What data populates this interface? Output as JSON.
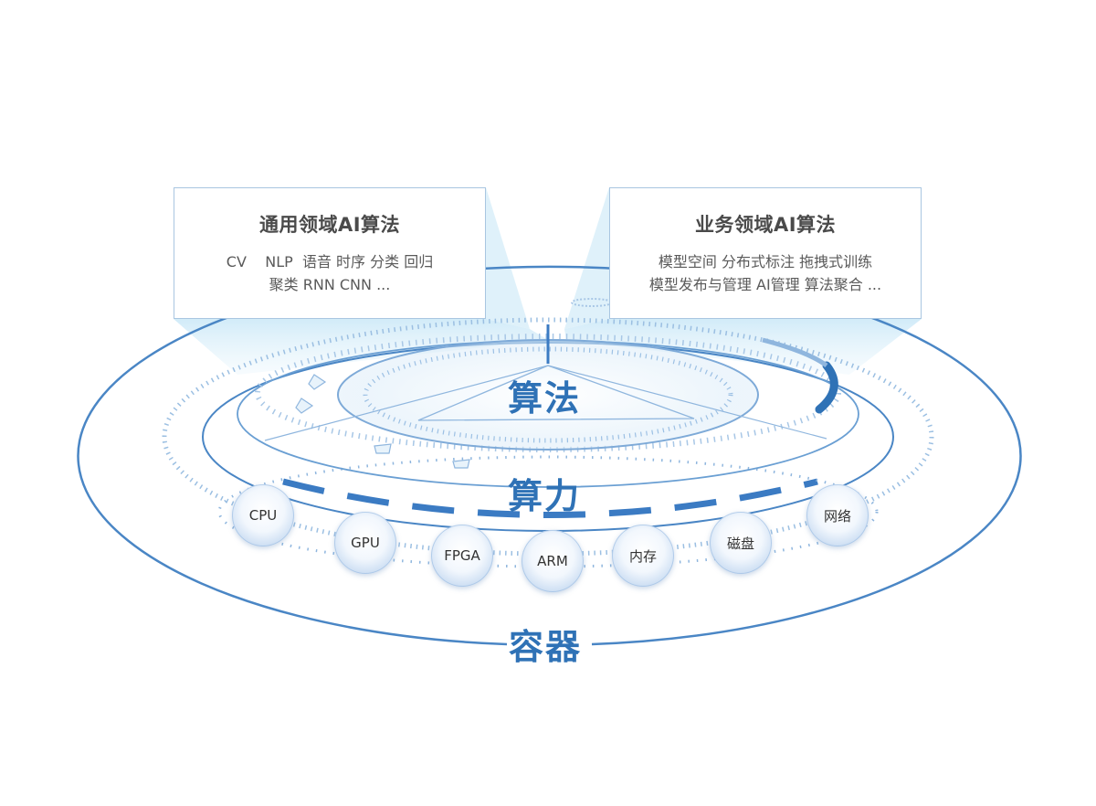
{
  "cards": {
    "left": {
      "title": "通用领域AI算法",
      "lines": [
        "CV    NLP  语音 时序 分类 回归",
        "聚类 RNN CNN ..."
      ]
    },
    "right": {
      "title": "业务领域AI算法",
      "lines": [
        "模型空间 分布式标注 拖拽式训练",
        "模型发布与管理 AI管理 算法聚合 ..."
      ]
    }
  },
  "layers": {
    "algorithm": "算法",
    "compute": "算力",
    "container": "容器"
  },
  "nodes": [
    "CPU",
    "GPU",
    "FPGA",
    "ARM",
    "内存",
    "磁盘",
    "网络"
  ],
  "colors": {
    "primary": "#2f72b6",
    "ring": "#4a86c5",
    "light_ring": "#8fb6de",
    "beam": "#cfe9f7"
  }
}
